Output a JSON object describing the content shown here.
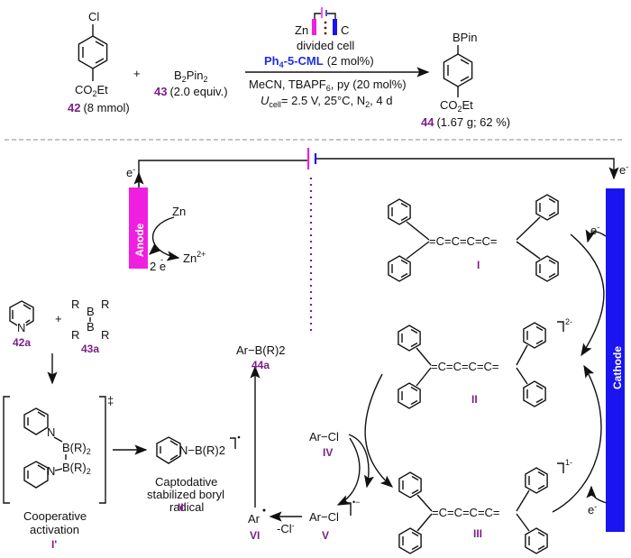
{
  "scheme": {
    "reaction": {
      "reactant1": {
        "substituent_top": "Cl",
        "substituent_bottom": "CO2Et",
        "label": "42",
        "amount": "(8 mmol)"
      },
      "plus": "+",
      "reactant2": {
        "formula": "B2Pin2",
        "label": "43",
        "amount": "(2.0 equiv.)"
      },
      "cell": {
        "anode": "Zn",
        "cathode": "C",
        "caption": "divided cell"
      },
      "catalyst": {
        "name": "Ph4-5-CML",
        "loading": "(2 mol%)"
      },
      "conditions_line1": "MeCN, TBAPF6, py (20 mol%)",
      "conditions_line2": "Ucell= 2.5 V,  25°C, N2, 4 d",
      "product": {
        "substituent_top": "BPin",
        "substituent_bottom": "CO2Et",
        "label": "44",
        "yield": "(1.67 g; 62 %)"
      }
    },
    "mechanism": {
      "electron": "e-",
      "anode_label": "Anode",
      "cathode_label": "Cathode",
      "zn": "Zn",
      "zn2": "Zn2+",
      "two_e": "2 e-",
      "pyridine_label": "42a",
      "diboron_label": "43a",
      "plus": "+",
      "cooperative": {
        "line1": "Cooperative",
        "line2": "activation",
        "label": "I'",
        "charge": "‡"
      },
      "boryl": {
        "formula": "N−B(R)2",
        "line1": "Captodative",
        "line2": "stabilized boryl",
        "line3": "radical",
        "label": "II'"
      },
      "product": {
        "formula": "Ar−B(R)2",
        "label": "44a"
      },
      "aryl_radical": {
        "formula": "Ar",
        "label": "VI",
        "loss": "-Cl-"
      },
      "radical_anion": {
        "formula": "Ar−Cl",
        "label": "V",
        "charge": "•−"
      },
      "aryl_chloride": {
        "formula": "Ar−Cl",
        "label": "IV"
      },
      "cumulene_I": {
        "chain": "=C=C=C=C=",
        "label": "I"
      },
      "cumulene_II": {
        "chain": "=C=C=C=C=",
        "label": "II",
        "charge": "2-"
      },
      "cumulene_III": {
        "chain": "=C=C=C=C=",
        "label": "III",
        "charge": "1-"
      }
    },
    "colors": {
      "anode": "#f01fe0",
      "cathode": "#1a14f0",
      "label": "#7b1f86",
      "catalyst": "#1f2fe0",
      "separator": "#7b1f86"
    }
  }
}
